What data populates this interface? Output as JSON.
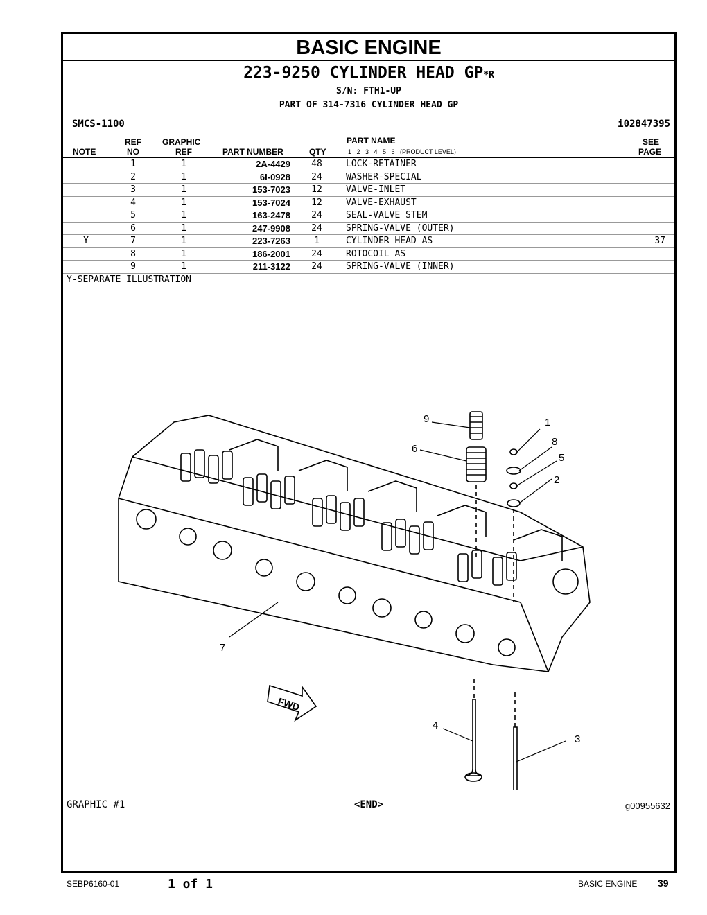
{
  "section": "BASIC ENGINE",
  "title": {
    "main": "223-9250 CYLINDER HEAD GP",
    "suffix": "*R",
    "sn": "S/N: FTH1-UP",
    "part_of": "PART OF 314-7316 CYLINDER HEAD GP"
  },
  "smcs": "SMCS-1100",
  "doc_id": "i02847395",
  "columns": {
    "note": "NOTE",
    "ref_top": "REF",
    "ref_bottom": "NO",
    "graphic_top": "GRAPHIC",
    "graphic_bottom": "REF",
    "part_number": "PART NUMBER",
    "qty": "QTY",
    "part_name": "PART NAME",
    "product_level": "1   2   3   4   5   6   (PRODUCT LEVEL)",
    "see_top": "SEE",
    "see_bottom": "PAGE"
  },
  "parts": [
    {
      "note": "",
      "ref": "1",
      "gref": "1",
      "pn": "2A-4429",
      "qty": "48",
      "name": "LOCK-RETAINER",
      "see": ""
    },
    {
      "note": "",
      "ref": "2",
      "gref": "1",
      "pn": "6I-0928",
      "qty": "24",
      "name": "WASHER-SPECIAL",
      "see": ""
    },
    {
      "note": "",
      "ref": "3",
      "gref": "1",
      "pn": "153-7023",
      "qty": "12",
      "name": "VALVE-INLET",
      "see": ""
    },
    {
      "note": "",
      "ref": "4",
      "gref": "1",
      "pn": "153-7024",
      "qty": "12",
      "name": "VALVE-EXHAUST",
      "see": ""
    },
    {
      "note": "",
      "ref": "5",
      "gref": "1",
      "pn": "163-2478",
      "qty": "24",
      "name": "SEAL-VALVE STEM",
      "see": ""
    },
    {
      "note": "",
      "ref": "6",
      "gref": "1",
      "pn": "247-9908",
      "qty": "24",
      "name": "SPRING-VALVE (OUTER)",
      "see": ""
    },
    {
      "note": "Y",
      "ref": "7",
      "gref": "1",
      "pn": "223-7263",
      "qty": "1",
      "name": "CYLINDER HEAD AS",
      "see": "37"
    },
    {
      "note": "",
      "ref": "8",
      "gref": "1",
      "pn": "186-2001",
      "qty": "24",
      "name": "ROTOCOIL AS",
      "see": ""
    },
    {
      "note": "",
      "ref": "9",
      "gref": "1",
      "pn": "211-3122",
      "qty": "24",
      "name": "SPRING-VALVE (INNER)",
      "see": ""
    }
  ],
  "footnote": "Y-SEPARATE ILLUSTRATION",
  "illustration": {
    "callouts": {
      "c1": "1",
      "c2": "2",
      "c3": "3",
      "c4": "4",
      "c5": "5",
      "c6": "6",
      "c7": "7",
      "c8": "8",
      "c9": "9"
    },
    "fwd": "FWD"
  },
  "graphic_label": "GRAPHIC #1",
  "end_label": "<END>",
  "graphic_id": "g00955632",
  "footer": {
    "doc": "SEBP6160-01",
    "pages": "1 of 1",
    "section": "BASIC ENGINE",
    "page": "39"
  }
}
